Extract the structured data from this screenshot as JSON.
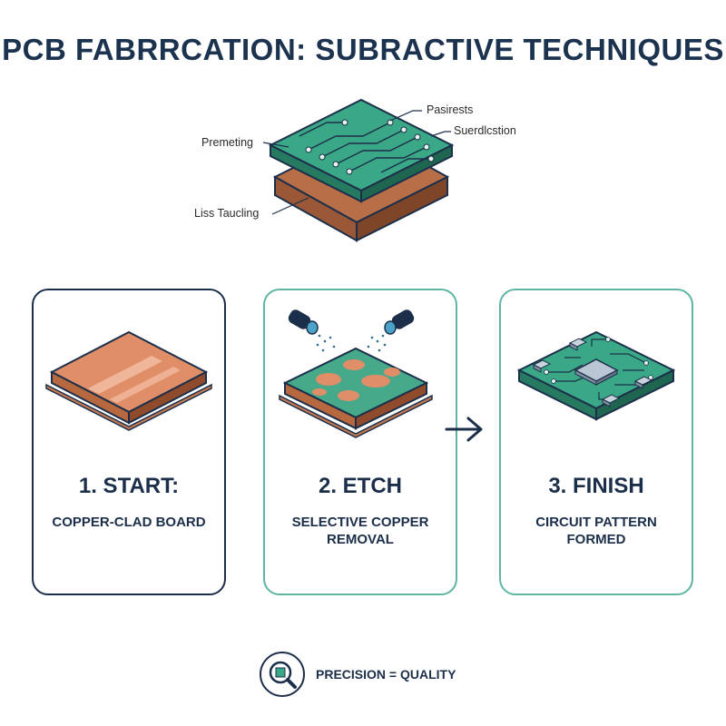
{
  "title": "PCB FABRRCATION: SUBRACTIVE TECHNIQUES",
  "hero": {
    "callouts": {
      "top_right": "Pasirests",
      "right": "Suerdlcstion",
      "left": "Premeting",
      "bottom_left": "Liss Taucling"
    }
  },
  "steps": [
    {
      "title": "1. START:",
      "description": "COPPER-CLAD BOARD"
    },
    {
      "title": "2. ETCH",
      "description": "SELECTIVE COPPER REMOVAL"
    },
    {
      "title": "3. FINISH",
      "description": "CIRCUIT PATTERN FORMED"
    }
  ],
  "footer": {
    "label": "PRECISION = QUALITY"
  },
  "colors": {
    "navy": "#1c2f4a",
    "teal": "#5fb5a4",
    "pcb_green": "#2e9d7b",
    "copper": "#d98a65",
    "substrate": "#a9643f"
  }
}
